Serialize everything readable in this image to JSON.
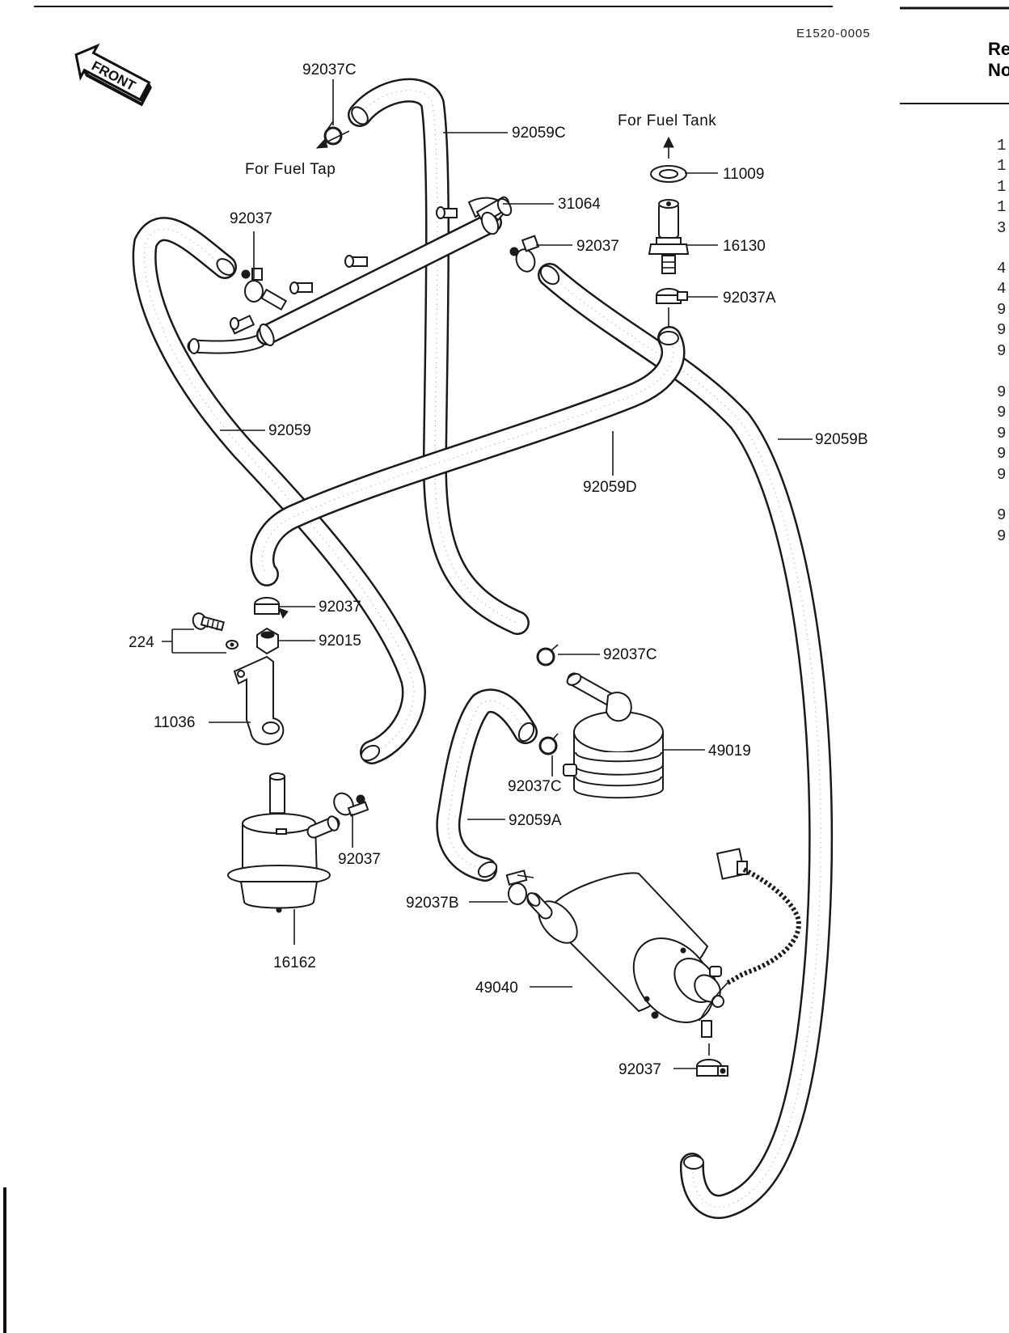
{
  "diagram_code": "E1520-0005",
  "front_label": "FRONT",
  "notes": {
    "fuel_tap": "For Fuel Tap",
    "fuel_tank": "For Fuel Tank"
  },
  "part_labels": [
    "92037C",
    "92059C",
    "31064",
    "92037",
    "92037",
    "11009",
    "16130",
    "92037A",
    "92059",
    "92059B",
    "92059D",
    "92037",
    "92015",
    "224",
    "11036",
    "92037C",
    "49019",
    "92037C",
    "92059A",
    "92037",
    "16162",
    "92037B",
    "49040",
    "92037"
  ],
  "side_column": {
    "header_lines": [
      "Re",
      "No"
    ],
    "rows": [
      "1",
      "1",
      "1",
      "1",
      "3",
      "4",
      "4",
      "9",
      "9",
      "9",
      "9",
      "9",
      "9",
      "9",
      "9",
      "9",
      "9"
    ]
  }
}
